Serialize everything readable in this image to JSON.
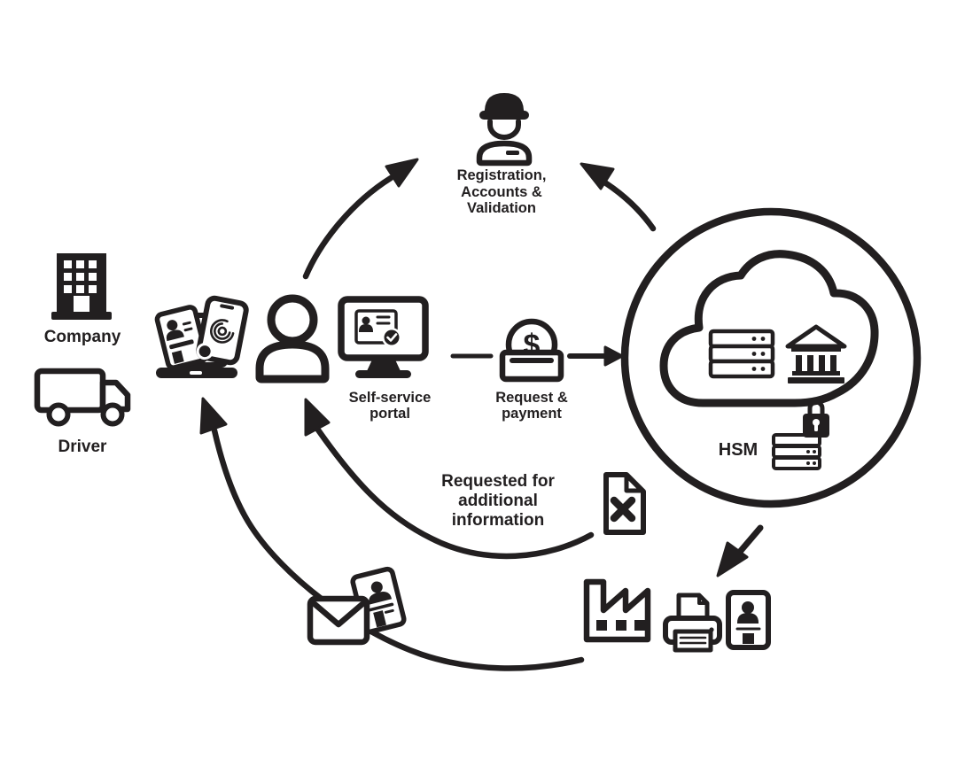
{
  "colors": {
    "ink": "#221f20",
    "background": "#ffffff"
  },
  "labels": {
    "company": "Company",
    "driver": "Driver",
    "registration": {
      "text": "Registration, Accounts & Validation",
      "lines": [
        "Registration,",
        "Accounts &",
        "Validation"
      ]
    },
    "portal": {
      "text": "Self-service portal",
      "lines": [
        "Self-service",
        "portal"
      ]
    },
    "payment": {
      "text": "Request & payment",
      "lines": [
        "Request &",
        "payment"
      ]
    },
    "requested": {
      "text": "Requested for additional information",
      "lines": [
        "Requested for",
        "additional",
        "information"
      ]
    },
    "hsm": "HSM"
  },
  "icons": {
    "dollar_glyph": "$",
    "names": [
      "office-building-icon",
      "delivery-truck-icon",
      "laptop-icon",
      "id-card-icon",
      "fingerprint-phone-icon",
      "person-icon",
      "self-service-portal-icon",
      "payment-slot-icon",
      "cloud-icon",
      "server-icon",
      "bank-icon",
      "hsm-server-lock-icon",
      "security-officer-icon",
      "rejected-document-icon",
      "factory-icon",
      "printer-icon",
      "id-badge-icon",
      "envelope-icon",
      "mailed-id-card-icon"
    ]
  },
  "structure": {
    "nodes": [
      "company",
      "driver",
      "id-documents",
      "person",
      "self-service-portal",
      "request-payment",
      "cloud-platform",
      "hsm",
      "registration-accounts-validation",
      "rejected-document",
      "card-production",
      "mailed-id"
    ],
    "connector": {
      "name": "line-portal-to-payment",
      "from": "self-service-portal",
      "to": "request-payment"
    },
    "arrows": [
      {
        "name": "arrow-person-to-registration",
        "from": "person",
        "to": "registration-accounts-validation"
      },
      {
        "name": "arrow-cloud-to-registration",
        "from": "cloud-platform",
        "to": "registration-accounts-validation"
      },
      {
        "name": "arrow-payment-to-cloud",
        "from": "request-payment",
        "to": "cloud-platform"
      },
      {
        "name": "arrow-cloud-to-production",
        "from": "cloud-platform",
        "to": "card-production"
      },
      {
        "name": "arc-rejection-to-person",
        "from": "rejected-document",
        "to": "person"
      },
      {
        "name": "arc-production-to-documents",
        "from": "card-production",
        "to": "id-documents"
      }
    ]
  }
}
